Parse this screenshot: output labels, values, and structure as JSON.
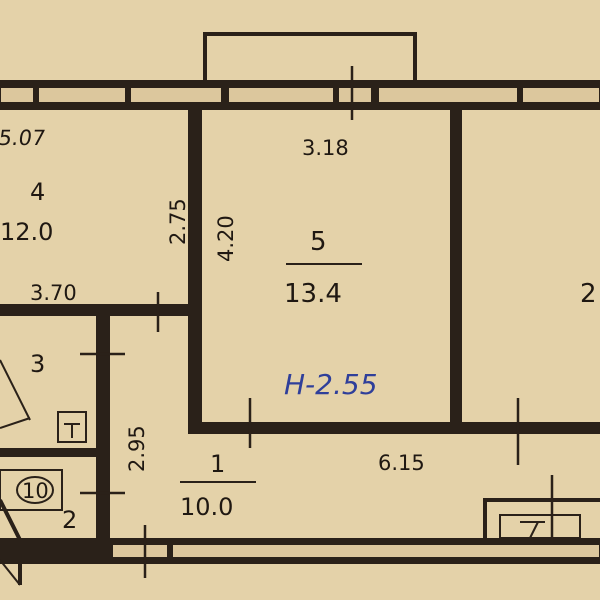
{
  "colors": {
    "paper": "#e7d6ae",
    "ink": "#2a2119",
    "annotation_blue": "#2f3f9a"
  },
  "rooms": [
    {
      "id": "room-4",
      "number": "4",
      "area": "12.0"
    },
    {
      "id": "room-5",
      "number": "5",
      "area": "13.4"
    },
    {
      "id": "room-3",
      "number": "3"
    },
    {
      "id": "room-2",
      "number": "2"
    },
    {
      "id": "room-1",
      "number": "1",
      "area": "10.0"
    }
  ],
  "dimensions": {
    "d_507": "5.07",
    "d_318": "3.18",
    "d_275": "2.75",
    "d_420": "4.20",
    "d_370": "3.70",
    "d_295": "2.95",
    "d_615": "6.15"
  },
  "ceiling_height": "H-2.55",
  "cut_labels": {
    "right_room": "2"
  },
  "fixture_labels": {
    "bath_icon": "10"
  }
}
